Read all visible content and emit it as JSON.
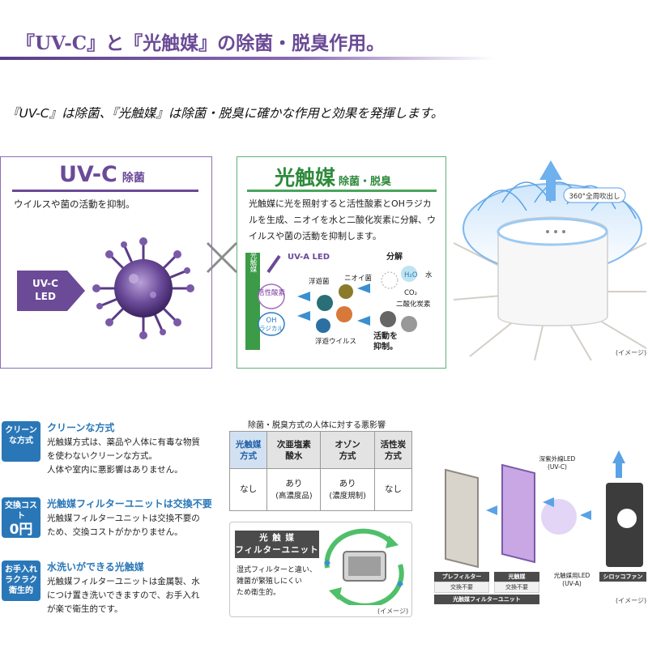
{
  "header": {
    "title": "『UV-C』と『光触媒』の除菌・脱臭作用。"
  },
  "subtitle": "『UV-C』は除菌、『光触媒』は除菌・脱臭に確かな作用と効果を発揮します。",
  "uvc_panel": {
    "title": "UV-C",
    "title_sub": "除菌",
    "desc": "ウイルスや菌の活動を抑制。",
    "led_line1": "UV-C",
    "led_line2": "LED"
  },
  "photocatalyst_panel": {
    "title": "光触媒",
    "title_sub": "除菌・脱臭",
    "desc": "光触媒に光を照射すると活性酸素とOHラジカルを生成、ニオイを水と二酸化炭素に分解、ウイルスや菌の活動を抑制します。",
    "diagram": {
      "side_label": "光触媒",
      "uva": "UV-A LED",
      "active_oxygen": "活性酸素",
      "oh": "OH",
      "radical": "ラジカル",
      "odor_bacteria": "ニオイ菌",
      "floating_bacteria": "浮遊菌",
      "floating_virus": "浮遊ウイルス",
      "decompose": "分解",
      "water": "水",
      "h2o": "H₂O",
      "co2": "CO₂",
      "carbon_dioxide": "二酸化炭素",
      "suppress_1": "活動を",
      "suppress_2": "抑制。"
    }
  },
  "device": {
    "badge": "360°全周吹出し",
    "caption": "(イメージ)"
  },
  "features": [
    {
      "badge_lines": [
        "クリーン",
        "な方式"
      ],
      "title": "クリーンな方式",
      "desc": [
        "光触媒方式は、薬品や人体に有毒な物質",
        "を使わないクリーンな方式。",
        "人体や室内に悪影響はありません。"
      ]
    },
    {
      "badge_lines": [
        "交換コスト"
      ],
      "badge_num": "0円",
      "title": "光触媒フィルターユニットは交換不要",
      "desc": [
        "光触媒フィルターユニットは交換不要の",
        "ため、交換コストがかかりません。"
      ]
    },
    {
      "badge_lines": [
        "お手入れ",
        "ラクラク",
        "衛生的"
      ],
      "title": "水洗いができる光触媒",
      "desc": [
        "光触媒フィルターユニットは金属製、水",
        "につけ置き洗いできますので、お手入れ",
        "が楽で衛生的です。"
      ]
    }
  ],
  "comparison": {
    "title": "除菌・脱臭方式の人体に対する悪影響",
    "headers": [
      [
        "光触媒",
        "方式"
      ],
      [
        "次亜塩素",
        "酸水"
      ],
      [
        "オゾン",
        "方式"
      ],
      [
        "活性炭",
        "方式"
      ]
    ],
    "values": [
      [
        "なし",
        ""
      ],
      [
        "あり",
        "(高濃度品)"
      ],
      [
        "あり",
        "(濃度規制)"
      ],
      [
        "なし",
        ""
      ]
    ]
  },
  "unit_box": {
    "title_line1": "光 触 媒",
    "title_line2": "フィルターユニット",
    "desc": [
      "湿式フィルターと違い、",
      "雑菌が繁殖しにくい",
      "ため衛生的。"
    ],
    "caption": "(イメージ)"
  },
  "filters_diagram": {
    "uvc_led": [
      "深紫外線LED",
      "(UV-C)"
    ],
    "uva_led": [
      "光触媒用LED",
      "(UV-A)"
    ],
    "prefilter": "プレフィルター",
    "prefilter_note": "交換不要",
    "photocatalyst": "光触媒",
    "photocatalyst_note": "交換不要",
    "sirocco": "シロッコファン",
    "unit_label": "光触媒フィルターユニット",
    "caption": "(イメージ)"
  }
}
